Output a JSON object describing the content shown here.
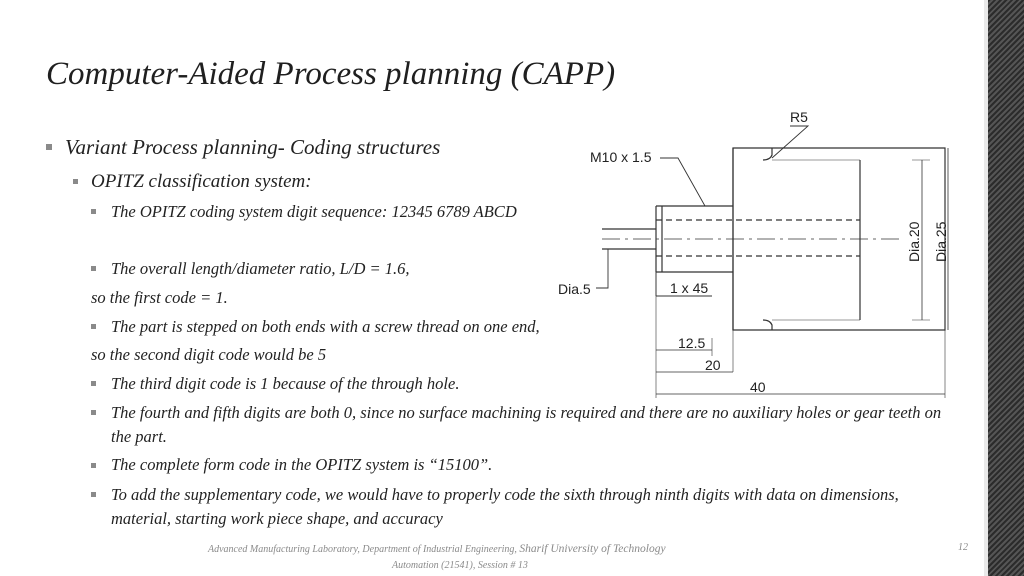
{
  "slide": {
    "title": "Computer-Aided Process planning (CAPP)",
    "bullets": {
      "variant": "Variant Process planning- Coding structures",
      "opitz": "OPITZ classification system:",
      "digit_sequence": "The OPITZ coding system digit sequence: 12345 6789 ABCD",
      "ld_ratio": "The overall length/diameter ratio, L/D = 1.6,",
      "first_code": "so the first code = 1.",
      "stepped": "The part is stepped on both ends with a screw thread on one end,",
      "second_code": "so the second digit code would be 5",
      "third_digit": "The third digit code is 1 because of the through hole.",
      "fourth_fifth": "The fourth and fifth digits are both 0, since no surface machining is required and there are no auxiliary holes or gear teeth on the part.",
      "form_code": "The complete form code in the OPITZ system is “15100”.",
      "supplementary": "To add the supplementary code, we would have to properly code the sixth through ninth digits with data on dimensions, material, starting work piece shape, and accuracy"
    },
    "drawing_labels": {
      "r5": "R5",
      "thread": "M10 x 1.5",
      "dia5": "Dia.5",
      "chamfer": "1 x 45",
      "dia20": "Dia.20",
      "dia25": "Dia.25",
      "len_12_5": "12.5",
      "len_20": "20",
      "len_40": "40"
    },
    "footer": {
      "line1_a": "Advanced Manufacturing Laboratory, Department of Industrial Engineering, ",
      "line1_b": "Sharif University of Technology",
      "line2": "Automation (21541), Session # 13",
      "page_number": "12"
    }
  }
}
